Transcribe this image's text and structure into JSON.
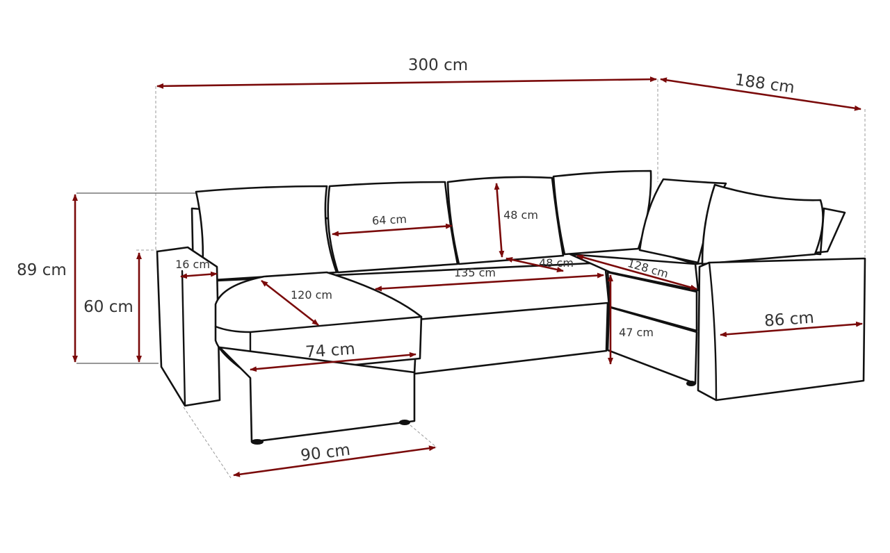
{
  "colors": {
    "dimension_arrow": "#7a0a0a",
    "outline": "#111111",
    "guide": "#999999"
  },
  "dimensions": {
    "total_width": "300 cm",
    "total_depth": "188 cm",
    "total_height": "89 cm",
    "armrest_height": "60 cm",
    "armrest_width": "16 cm",
    "back_cushion_width": "64 cm",
    "back_cushion_height": "48 cm",
    "seat_depth": "48 cm",
    "seat_width_center": "135 cm",
    "seat_width_corner": "128 cm",
    "chaise_length": "120 cm",
    "chaise_width": "74 cm",
    "right_arm_depth": "86 cm",
    "seat_height": "47 cm",
    "chaise_depth": "90 cm"
  }
}
